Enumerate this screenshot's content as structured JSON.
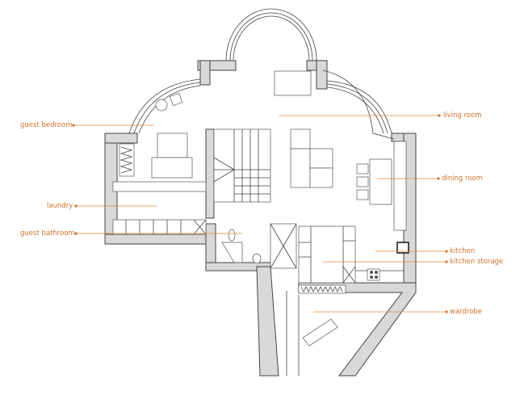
{
  "title": "Floor plan",
  "accent_color": "#d0702a",
  "labels": {
    "guest_bedroom": "guest bedroom",
    "laundry": "laundry",
    "guest_bathroom": "guest bathroom",
    "living_room": "living room",
    "dining_room": "dining room",
    "kitchen": "kitchen",
    "kitchen_storage": "kitchen storage",
    "wardrobe": "wardrobe"
  }
}
